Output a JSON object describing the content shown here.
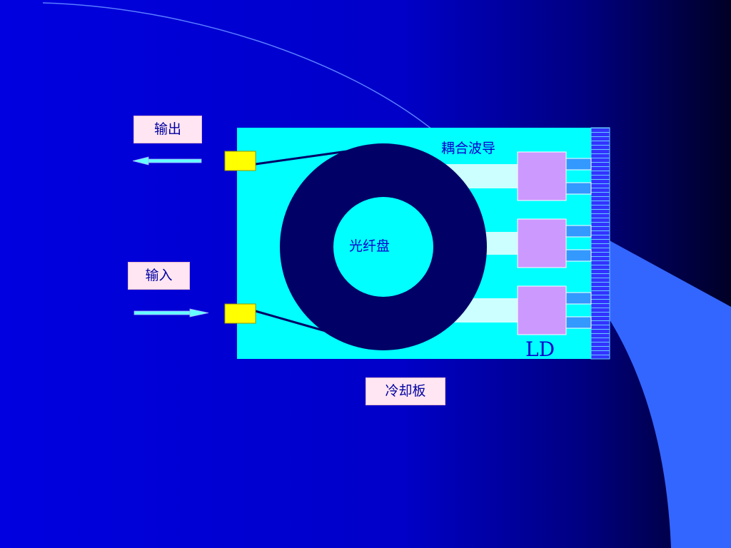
{
  "labels": {
    "output": "输出",
    "input": "输入",
    "coupled_waveguide": "耦合波导",
    "fiber_coil": "光纤盘",
    "ld": "LD",
    "cooling_plate": "冷却板"
  },
  "colors": {
    "background_left": "#0000e0",
    "background_right": "#000033",
    "accent_swoosh": "#3366ff",
    "board": "#00ffff",
    "coil_ring": "#000066",
    "coil_center": "#00ffff",
    "waveguide": "#ccffff",
    "ld_module": "#cc99ff",
    "ld_tab": "#3399ff",
    "connector": "#ffff00",
    "label_box": "#ffe6f2",
    "label_text": "#0000a0",
    "heat_sink": "#3333ff"
  }
}
